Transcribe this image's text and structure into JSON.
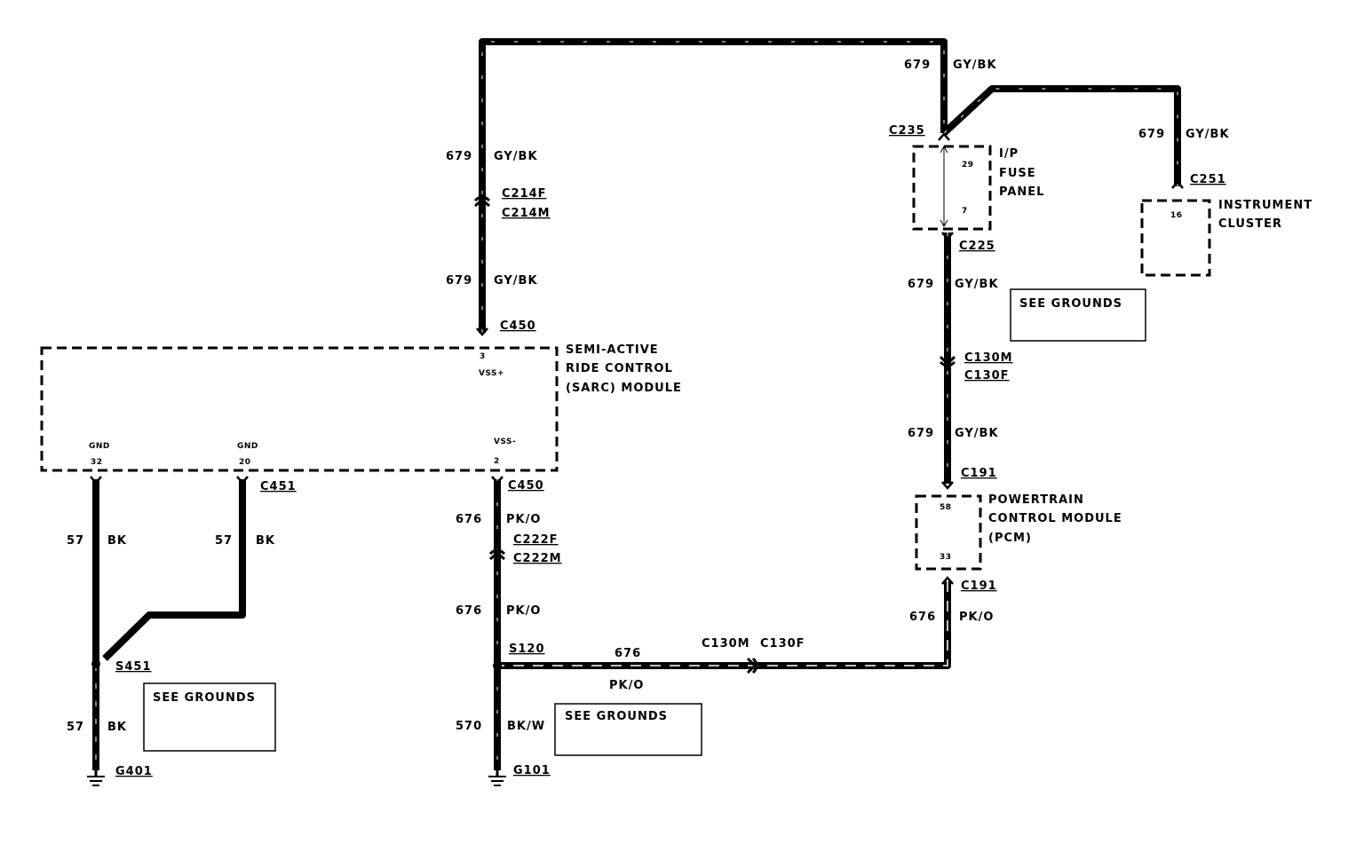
{
  "wires": {
    "gy_bk_num": "679",
    "gy_bk_color": "GY/BK",
    "pk_o_num": "676",
    "pk_o_color": "PK/O",
    "bk_w_num": "570",
    "bk_w_color": "BK/W",
    "bk_num": "57",
    "bk_color": "BK"
  },
  "connectors": {
    "c214f": "C214F",
    "c214m": "C214M",
    "c450": "C450",
    "c235": "C235",
    "c225": "C225",
    "c251": "C251",
    "c130m": "C130M",
    "c130f": "C130F",
    "c191": "C191",
    "c451": "C451",
    "c222f": "C222F",
    "c222m": "C222M",
    "s120": "S120",
    "s451": "S451",
    "g101": "G101",
    "g401": "G401"
  },
  "components": {
    "sarc": [
      "SEMI-ACTIVE",
      "RIDE CONTROL",
      "(SARC) MODULE"
    ],
    "fuse_panel": [
      "I/P",
      "FUSE",
      "PANEL"
    ],
    "cluster": [
      "INSTRUMENT",
      "CLUSTER"
    ],
    "pcm": [
      "POWERTRAIN",
      "CONTROL MODULE",
      "(PCM)"
    ]
  },
  "pins": {
    "vss_plus_num": "3",
    "vss_plus": "VSS+",
    "vss_minus": "VSS-",
    "vss_minus_num": "2",
    "gnd": "GND",
    "gnd_32": "32",
    "gnd_20": "20",
    "fuse_29": "29",
    "fuse_7": "7",
    "cluster_16": "16",
    "pcm_58": "58",
    "pcm_33": "33"
  },
  "notes": {
    "see_grounds": "SEE GROUNDS"
  }
}
